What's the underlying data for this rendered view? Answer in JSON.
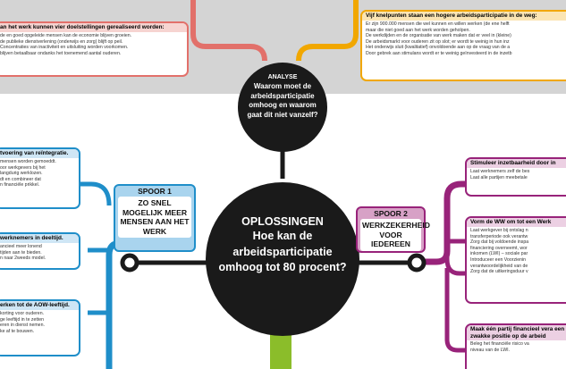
{
  "colors": {
    "analysis_band": "#d4d4d4",
    "red": "#e2706a",
    "orange": "#f1a700",
    "blue": "#1f8ec9",
    "blue_light": "#a9d4ee",
    "purple": "#98237a",
    "purple_light": "#d7a1c6",
    "green": "#8bbd2a",
    "dark": "#1a1a1a"
  },
  "analyse": {
    "tag": "ANALYSE",
    "question": "Waarom moet de arbeidsparticipatie omhoog en waarom gaat dit niet vanzelf?"
  },
  "oplossingen": {
    "tag": "OPLOSSINGEN",
    "question": "Hoe kan de arbeidsparticipatie omhoog tot 80 procent?"
  },
  "top_left_box": {
    "title": "an het werk kunnen vier doelstellingen gerealiseerd worden:",
    "items": [
      "de en goed opgeleide mensen kan de economie blijven groeien.",
      "de publieke dienstverlening (onderwijs en zorg) blijft op peil.",
      "Concentraties van inactiviteit en uitsluiting worden voorkomen.",
      "blijven betaalbaar ondanks het toenemend aantal ouderen."
    ]
  },
  "top_right_box": {
    "title": "Vijf knelpunten staan een hogere arbeidsparticipatie in de weg:",
    "items": [
      "Er zijn 900.000 mensen die wel kunnen en willen werken (de ene helft",
      "maar die niet goed aan het werk worden geholpen.",
      "De werkdijden en de organisatie van werk maken dat er veel in (kleine)",
      "De arbeidsmarkt voor ouderen zit op slot; er wordt te weinig in hun inz",
      "Het onderwijs sluit (kwalitatief) onvoldoende aan op de vraag van de a",
      "Door gebrek aan stimulans wordt er te weinig geïnvesteerd in de inzetb"
    ]
  },
  "spoor1": {
    "tag": "SPOOR 1",
    "label": "ZO SNEL MOGELIJK MEER MENSEN AAN HET WERK"
  },
  "spoor2": {
    "tag": "SPOOR 2",
    "label": "WERKZEKERHEID VOOR IEDEREEN"
  },
  "left_boxes": [
    {
      "title": "tvoering van reïntegratie.",
      "items": [
        "mensen worden gemoeddt.",
        "oor werkgevers bij het",
        "langdurig werklozen.",
        "dt en combineer dat",
        "n financiële prikkel."
      ]
    },
    {
      "title": "werknemers in deeltijd.",
      "items": [
        "ancieel meer lonend",
        "tijden aan te bieden.",
        "n naar 2weeds model."
      ]
    },
    {
      "title": "erken tot de AOW-leeftijd.",
      "items": [
        "korting voor ouderen.",
        "ge leeftijd in te zetten",
        "eren in dienst nemen.",
        "ke af te bouwen."
      ]
    }
  ],
  "right_boxes": [
    {
      "title": "Stimuleer inzetbaarheid door in",
      "items": [
        "Laat werknemers zelf de bes",
        "Laat alle partijen meebetale"
      ]
    },
    {
      "title": "Vorm de WW om tot een Werk",
      "items": [
        "Laat werkgever bij ontslag n",
        "transferperiode ook verantw",
        "Zorg dat bij voldoende inspa",
        "financiering overneemt, wor",
        "inkomen (LWI) – sociale par",
        "Introduceer een Voorzienin",
        "verantwoordelijkheid van de",
        "Zorg dat de uitkeringsduur v"
      ]
    },
    {
      "title": "Maak één partij financieel vera een zwakke positie op de arbeid",
      "items": [
        "Beleg het financiële risico va",
        "niveau van de LWI."
      ]
    }
  ]
}
